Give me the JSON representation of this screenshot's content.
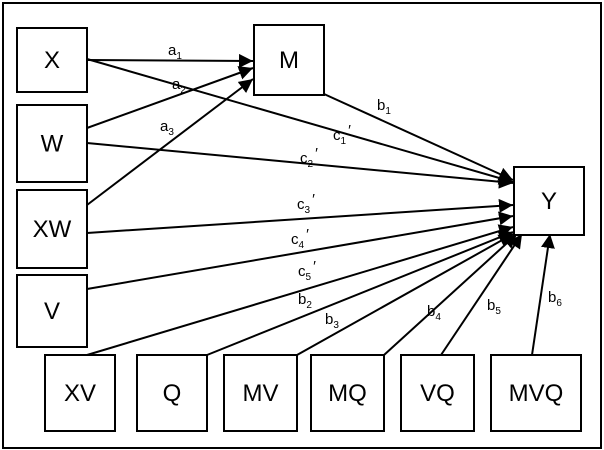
{
  "diagram": {
    "nodes": [
      {
        "id": "X",
        "label": "X"
      },
      {
        "id": "W",
        "label": "W"
      },
      {
        "id": "XW",
        "label": "XW"
      },
      {
        "id": "V",
        "label": "V"
      },
      {
        "id": "M",
        "label": "M"
      },
      {
        "id": "Y",
        "label": "Y"
      },
      {
        "id": "XV",
        "label": "XV"
      },
      {
        "id": "Q",
        "label": "Q"
      },
      {
        "id": "MV",
        "label": "MV"
      },
      {
        "id": "MQ",
        "label": "MQ"
      },
      {
        "id": "VQ",
        "label": "VQ"
      },
      {
        "id": "MVQ",
        "label": "MVQ"
      }
    ],
    "edges": [
      {
        "from": "X",
        "to": "M",
        "label": "a",
        "sub": "1",
        "prime": false
      },
      {
        "from": "W",
        "to": "M",
        "label": "a",
        "sub": "2",
        "prime": false
      },
      {
        "from": "XW",
        "to": "M",
        "label": "a",
        "sub": "3",
        "prime": false
      },
      {
        "from": "M",
        "to": "Y",
        "label": "b",
        "sub": "1",
        "prime": false
      },
      {
        "from": "X",
        "to": "Y",
        "label": "c",
        "sub": "1",
        "prime": true
      },
      {
        "from": "W",
        "to": "Y",
        "label": "c",
        "sub": "2",
        "prime": true
      },
      {
        "from": "XW",
        "to": "Y",
        "label": "c",
        "sub": "3",
        "prime": true
      },
      {
        "from": "V",
        "to": "Y",
        "label": "c",
        "sub": "4",
        "prime": true
      },
      {
        "from": "XV",
        "to": "Y",
        "label": "c",
        "sub": "5",
        "prime": true
      },
      {
        "from": "Q",
        "to": "Y",
        "label": "b",
        "sub": "2",
        "prime": false
      },
      {
        "from": "MV",
        "to": "Y",
        "label": "b",
        "sub": "3",
        "prime": false
      },
      {
        "from": "MQ",
        "to": "Y",
        "label": "b",
        "sub": "4",
        "prime": false
      },
      {
        "from": "VQ",
        "to": "Y",
        "label": "b",
        "sub": "5",
        "prime": false
      },
      {
        "from": "MVQ",
        "to": "Y",
        "label": "b",
        "sub": "6",
        "prime": false
      }
    ]
  }
}
